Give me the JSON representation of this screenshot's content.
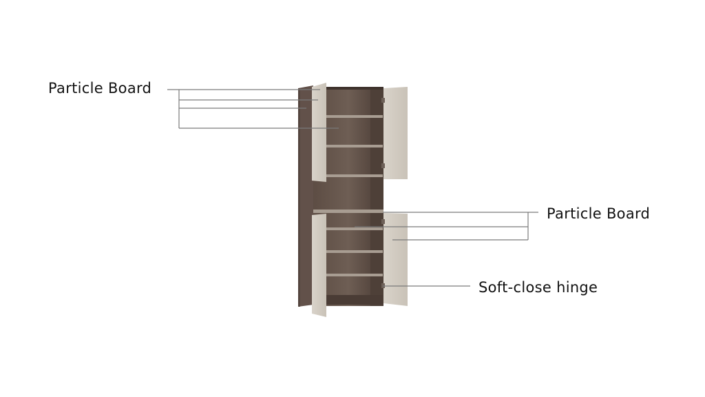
{
  "callouts": [
    {
      "id": "top-left",
      "text": "Particle Board"
    },
    {
      "id": "mid-right",
      "text": "Particle Board"
    },
    {
      "id": "bottom-right",
      "text": "Soft-close hinge"
    }
  ],
  "colors": {
    "background": "#ffffff",
    "carcass": "#5e4c42",
    "carcass_side": "#6b5a50",
    "interior": "#6a5a50",
    "interior_dark": "#4f4038",
    "shelf": "#a79c92",
    "door": "#d6d0c6",
    "door_edge": "#c4bdb2",
    "leader_line": "#7a7a7a",
    "text": "#111111"
  }
}
